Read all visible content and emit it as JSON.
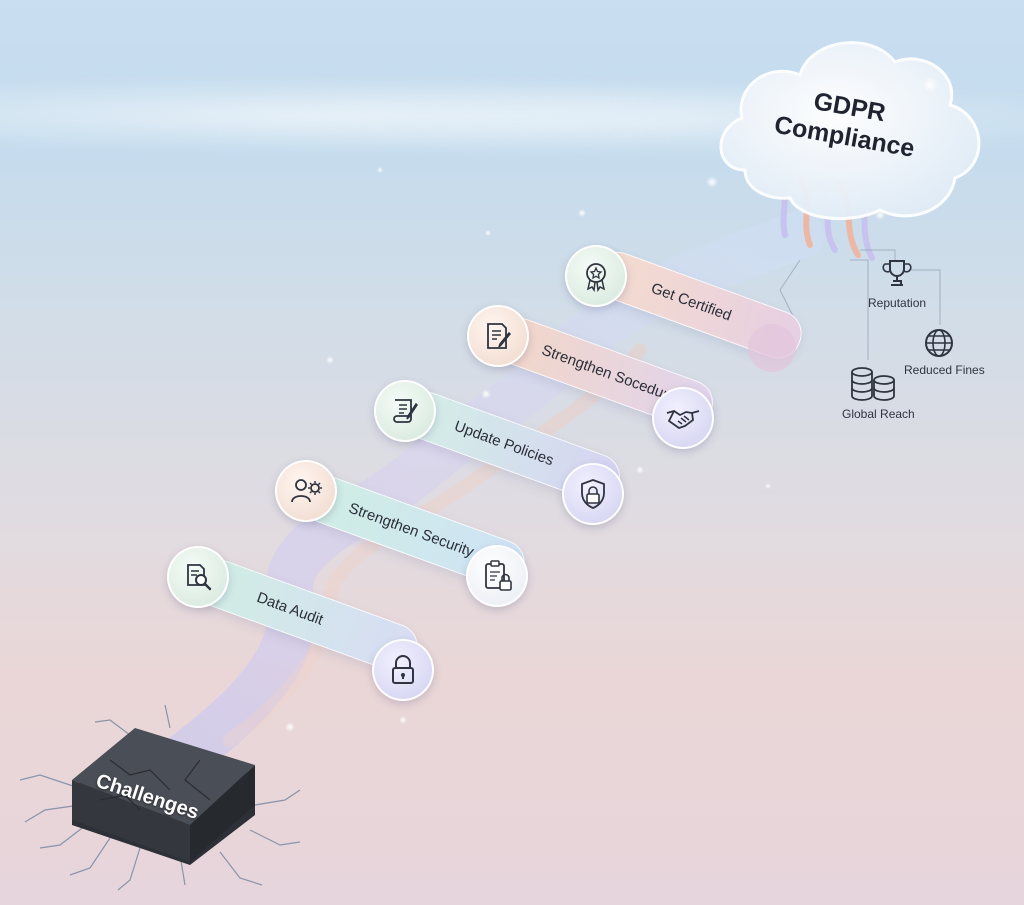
{
  "goal": {
    "title_line1": "GDPR",
    "title_line2": "Compliance"
  },
  "start": {
    "label": "Challenges"
  },
  "steps": [
    {
      "label": "Data Audit",
      "start_icon": "document-search-icon",
      "end_icon": "padlock-icon"
    },
    {
      "label": "Strengthen Security",
      "start_icon": "user-gear-icon",
      "end_icon": "clipboard-lock-icon"
    },
    {
      "label": "Update Policies",
      "start_icon": "scroll-pen-icon",
      "end_icon": "shield-lock-icon"
    },
    {
      "label": "Strengthen Socedures",
      "start_icon": "document-pen-icon",
      "end_icon": "handshake-icon"
    },
    {
      "label": "Get Certified",
      "start_icon": "award-ribbon-icon"
    }
  ],
  "benefits": [
    {
      "label": "Reputation",
      "icon": "trophy-icon"
    },
    {
      "label": "Reduced Fines",
      "icon": "globe-icon"
    },
    {
      "label": "Global Reach",
      "icon": "coin-stack-icon"
    }
  ],
  "colors": {
    "mint": "#cfeee3",
    "peach": "#f3d6c6",
    "lavender": "#d5d3f2",
    "blue": "#cfe2f6",
    "chip": "#3b3e45"
  }
}
